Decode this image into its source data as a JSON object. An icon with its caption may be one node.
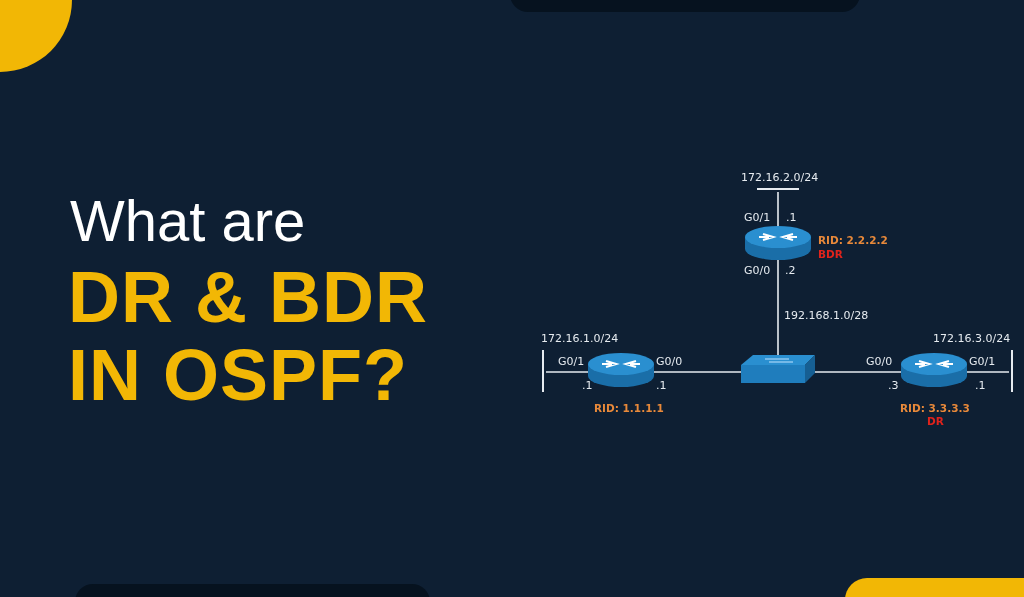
{
  "diagram": {
    "nodes": [
      {
        "text": [],
        "shape": "bar"
      },
      {
        "text": [],
        "shape": "cylinder",
        "beside": [
          "RID: 2.2.2.2",
          "BDR"
        ]
      },
      {
        "text": [],
        "shape": "bar"
      },
      {
        "text": [],
        "shape": "cylinder",
        "beside": [
          "RID: 1.1.1.1"
        ]
      },
      {
        "text": [],
        "shape": "box"
      },
      {
        "text": [],
        "shape": "cylinder",
        "beside": [
          "RID: 3.3.3.3",
          "DR"
        ]
      },
      {
        "text": [],
        "shape": "bar"
      }
    ],
    "edges": [
      {
        "from": 0,
        "to": 1,
        "arrow": "none"
      },
      {
        "from": 1,
        "to": 4,
        "arrow": "none"
      },
      {
        "from": 2,
        "to": 3,
        "arrow": "none"
      },
      {
        "from": 3,
        "to": 4,
        "arrow": "none"
      },
      {
        "from": 4,
        "to": 5,
        "arrow": "none"
      },
      {
        "from": 5,
        "to": 6,
        "arrow": "none"
      }
    ],
    "labels": [
      "What are",
      "DR & BDR IN OSPF?",
      "172.16.2.0/24",
      "G0/1",
      ".1",
      "G0/0",
      ".2",
      "192.168.1.0/28",
      "172.16.1.0/24",
      "172.16.3.0/24",
      "G0/1",
      "G0/0",
      "G0/0",
      "G0/1",
      ".1",
      ".1",
      ".3",
      ".1"
    ]
  }
}
